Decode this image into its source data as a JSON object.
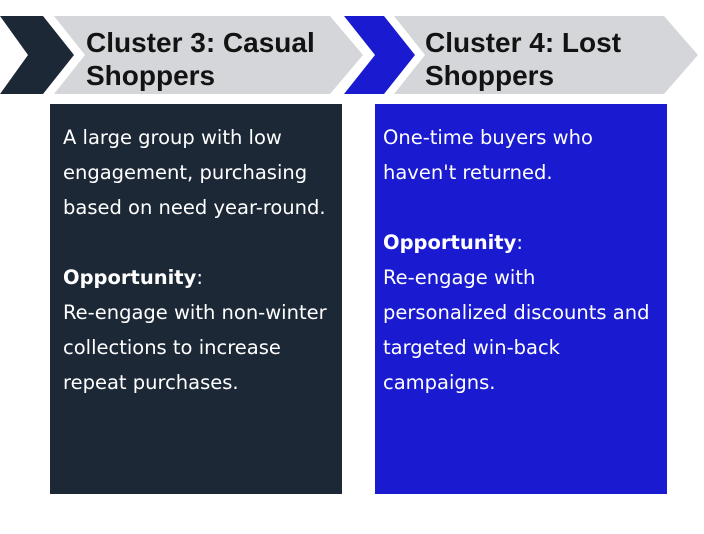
{
  "colors": {
    "navy": "#1c2836",
    "blue": "#1a1ad0",
    "light_gray": "#d4d6d9",
    "title_text": "#131313",
    "body_text": "#ffffff",
    "background": "#ffffff"
  },
  "clusters": [
    {
      "title": "Cluster 3: Casual\nShoppers",
      "description": "A large group with low engagement, purchasing based on need year-round.",
      "opportunity_label": "Opportunity",
      "opportunity_suffix": ":",
      "opportunity_text": "Re-engage with non-winter collections to increase repeat purchases."
    },
    {
      "title": "Cluster 4: Lost\nShoppers",
      "description": "One-time buyers who haven't returned.",
      "opportunity_label": "Opportunity",
      "opportunity_suffix": ":",
      "opportunity_text": "Re-engage with personalized discounts and targeted win-back campaigns."
    }
  ]
}
